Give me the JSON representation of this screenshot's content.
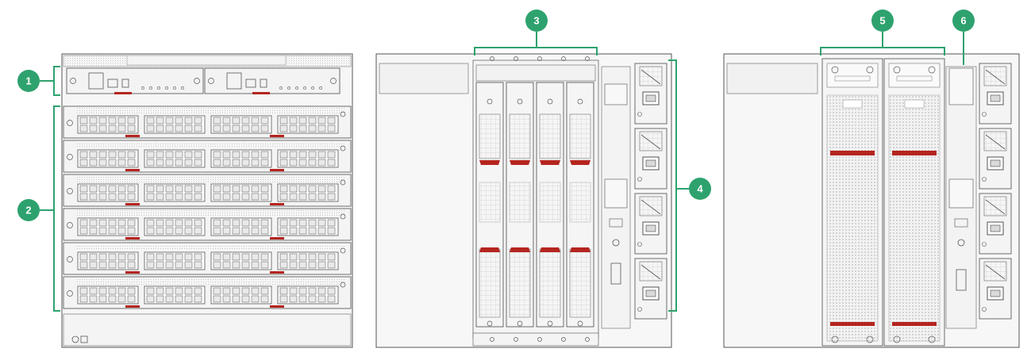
{
  "colors": {
    "callout": "#2ea26e",
    "chassis": "#f4f4f4",
    "outline": "#4a4a4a",
    "handle_red": "#b5251f",
    "mesh": "#c9c9c9",
    "port": "#6a6a6a"
  },
  "callouts": [
    {
      "id": "1",
      "label": "1",
      "target": "management-modules"
    },
    {
      "id": "2",
      "label": "2",
      "target": "line-cards"
    },
    {
      "id": "3",
      "label": "3",
      "target": "fabric-modules"
    },
    {
      "id": "4",
      "label": "4",
      "target": "power-supplies"
    },
    {
      "id": "5",
      "label": "5",
      "target": "fan-trays"
    },
    {
      "id": "6",
      "label": "6",
      "target": "fan-tray-power-supply-area"
    }
  ],
  "views": [
    {
      "id": "front-view",
      "line_card_count": 6,
      "management_module_count": 2
    },
    {
      "id": "rear-view-fans-removed",
      "fabric_module_count": 4,
      "power_supply_count": 4
    },
    {
      "id": "rear-view",
      "fan_tray_count": 2,
      "power_supply_count": 4
    }
  ]
}
